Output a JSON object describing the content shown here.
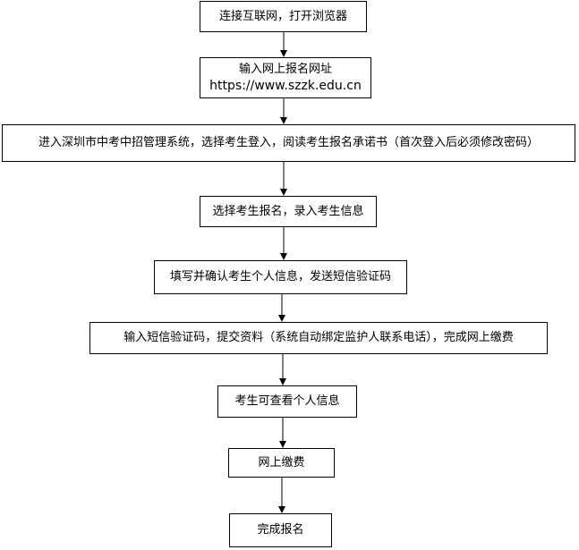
{
  "flowchart": {
    "steps": [
      {
        "text": "连接互联网，打开浏览器"
      },
      {
        "text": "输入网上报名网址",
        "subtext": "https://www.szzk.edu.cn"
      },
      {
        "text": "进入深圳市中考中招管理系统，选择考生登入，阅读考生报名承诺书（首次登入后必须修改密码）"
      },
      {
        "text": "选择考生报名，录入考生信息"
      },
      {
        "text": "填写并确认考生个人信息，发送短信验证码"
      },
      {
        "text": "输入短信验证码，提交资料（系统自动绑定监护人联系电话），完成网上缴费"
      },
      {
        "text": "考生可查看个人信息"
      },
      {
        "text": "网上缴费"
      },
      {
        "text": "完成报名"
      }
    ],
    "colors": {
      "border": "#000000",
      "arrow": "#000000",
      "background": "#ffffff"
    }
  }
}
